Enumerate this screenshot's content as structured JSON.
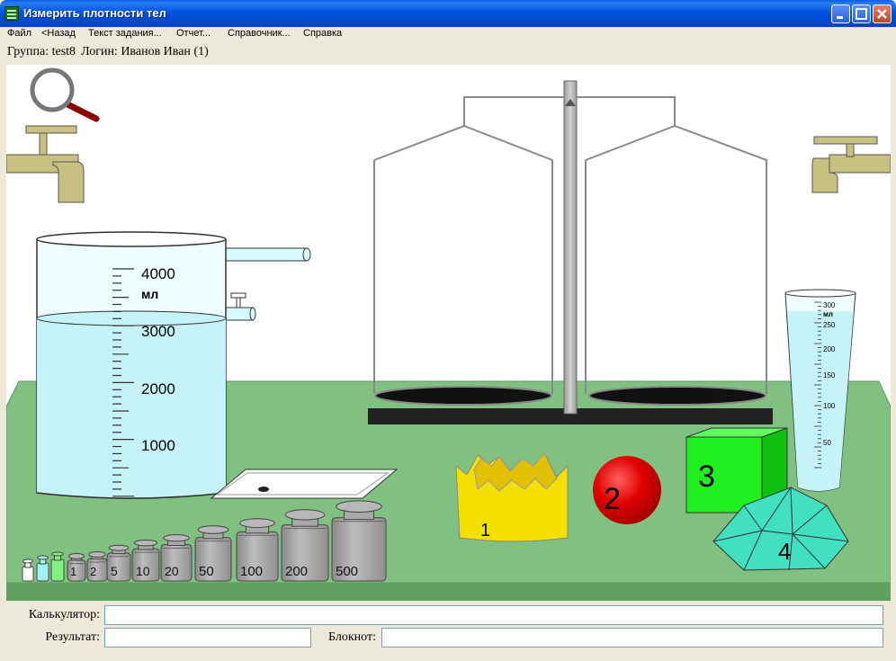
{
  "window": {
    "title": "Измерить плотности тел"
  },
  "menu": [
    "Файл",
    "<Назад",
    "Текст задания...",
    "Отчет...",
    "Справочник...",
    "Справка"
  ],
  "user": {
    "group": "Группа: test8",
    "login": "Логин: Иванов Иван (1)"
  },
  "beaker": {
    "unit": "мл",
    "labels": [
      "4000",
      "3000",
      "2000",
      "1000"
    ]
  },
  "cylinder": {
    "unit": "мл",
    "labels": [
      "300",
      "250",
      "200",
      "150",
      "100",
      "50"
    ]
  },
  "weights": [
    "1",
    "2",
    "5",
    "10",
    "20",
    "50",
    "100",
    "200",
    "500"
  ],
  "bodies": {
    "crown": "1",
    "sphere": "2",
    "cube": "3",
    "crystal": "4"
  },
  "fields": {
    "calculator_label": "Калькулятор:",
    "result_label": "Результат:",
    "notepad_label": "Блокнот:",
    "calculator_value": "",
    "result_value": "",
    "notepad_value": ""
  },
  "colors": {
    "table": "#80c080",
    "water": "#c6f3f8",
    "crown": "#f4e000",
    "sphere": "#dd0000",
    "cube": "#20f020",
    "crystal": "#40e0c0",
    "tap": "#c8c080"
  }
}
